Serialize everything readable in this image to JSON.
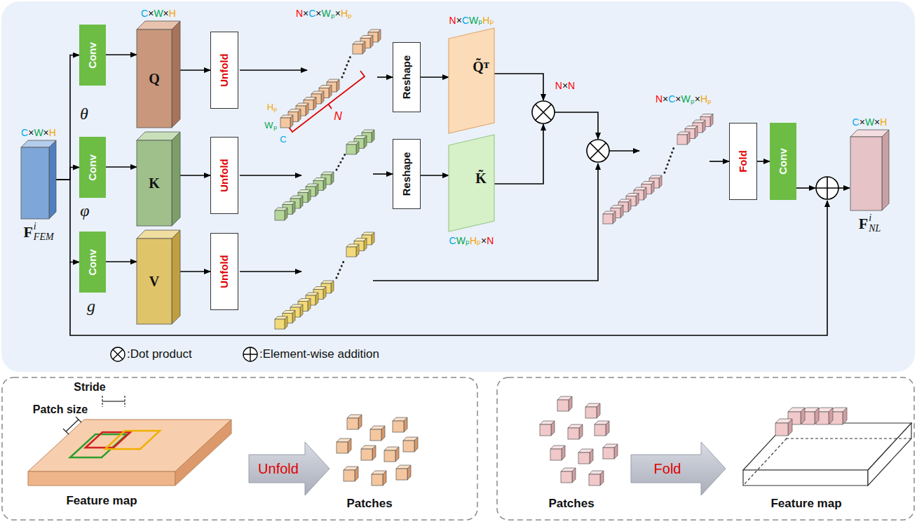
{
  "diagram": {
    "nodes": [
      {
        "text": [
          "C×W×H",
          "F",
          "i",
          "FEM"
        ]
      },
      {
        "text": [
          "Conv"
        ]
      },
      {
        "text": [
          "Conv"
        ]
      },
      {
        "text": [
          "Conv"
        ]
      },
      {
        "text": [
          "C×W×H",
          "Q"
        ]
      },
      {
        "text": [
          "K"
        ]
      },
      {
        "text": [
          "V"
        ]
      },
      {
        "text": [
          "Unfold"
        ]
      },
      {
        "text": [
          "Unfold"
        ]
      },
      {
        "text": [
          "Unfold"
        ]
      },
      {
        "text": [
          "Reshape"
        ]
      },
      {
        "text": [
          "Reshape"
        ]
      },
      {
        "text": [
          "N×CWₚHₚ",
          "Q̃ᵀ"
        ]
      },
      {
        "text": [
          "K̃",
          "CWₚHₚ×N"
        ]
      },
      {
        "text": [
          "Fold"
        ]
      },
      {
        "text": [
          "Conv"
        ]
      },
      {
        "text": [
          "C×W×H",
          "F",
          "i",
          "NL"
        ]
      },
      {
        "text": [
          "Unfold"
        ]
      },
      {
        "text": [
          "Fold"
        ]
      }
    ],
    "edges": [
      {
        "from": 0,
        "to": 1,
        "arrow": "to"
      },
      {
        "from": 0,
        "to": 2,
        "arrow": "to"
      },
      {
        "from": 0,
        "to": 3,
        "arrow": "to"
      },
      {
        "from": 1,
        "to": 4,
        "arrow": "to"
      },
      {
        "from": 2,
        "to": 5,
        "arrow": "to"
      },
      {
        "from": 3,
        "to": 6,
        "arrow": "to"
      },
      {
        "from": 4,
        "to": 7,
        "arrow": "to"
      },
      {
        "from": 5,
        "to": 8,
        "arrow": "to"
      },
      {
        "from": 6,
        "to": 9,
        "arrow": "to"
      },
      {
        "from": 10,
        "to": 12,
        "arrow": "to"
      },
      {
        "from": 11,
        "to": 13,
        "arrow": "to"
      },
      {
        "from": 14,
        "to": 15,
        "arrow": "to"
      }
    ],
    "labels": [
      "N×C×Wₚ×Hₚ",
      "Hₚ",
      "Wₚ",
      "C",
      "N",
      "θ",
      "φ",
      "g",
      "N×N",
      "N×C×Wₚ×Hₚ",
      "Stride",
      "Patch size",
      "Feature map",
      "Patches",
      "Patches",
      "Feature map"
    ],
    "legend": [
      {
        "text": ":Dot product"
      },
      {
        "text": ":Element-wise addition"
      }
    ]
  }
}
